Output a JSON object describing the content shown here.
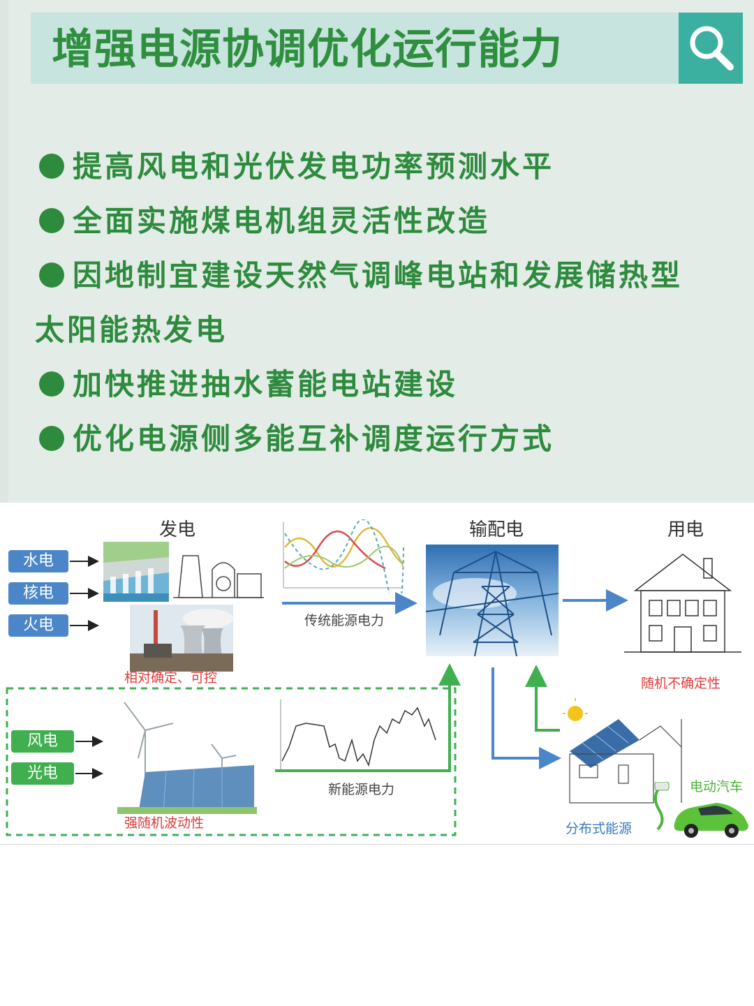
{
  "card": {
    "title": "增强电源协调优化运行能力",
    "bullets": [
      "提高风电和光伏发电功率预测水平",
      "全面实施煤电机组灵活性改造",
      "因地制宜建设天然气调峰电站和发展储热型",
      "太阳能热发电",
      "加快推进抽水蓄能电站建设",
      "优化电源侧多能互补调度运行方式"
    ]
  },
  "diagram": {
    "headers": {
      "generation": "发电",
      "transmission": "输配电",
      "consumption": "用电"
    },
    "conventional_sources": [
      "水电",
      "核电",
      "火电"
    ],
    "renewable_sources": [
      "风电",
      "光电"
    ],
    "captions": {
      "conventional_trait": "相对确定、可控",
      "conventional_power": "传统能源电力",
      "renewable_power": "新能源电力",
      "renewable_trait": "强随机波动性",
      "consumption_trait": "随机不确定性",
      "distributed": "分布式能源",
      "ev": "电动汽车"
    },
    "colors": {
      "blue_arrow": "#4a86c8",
      "green_arrow": "#3faf4f",
      "red_text": "#e03a3a"
    }
  }
}
